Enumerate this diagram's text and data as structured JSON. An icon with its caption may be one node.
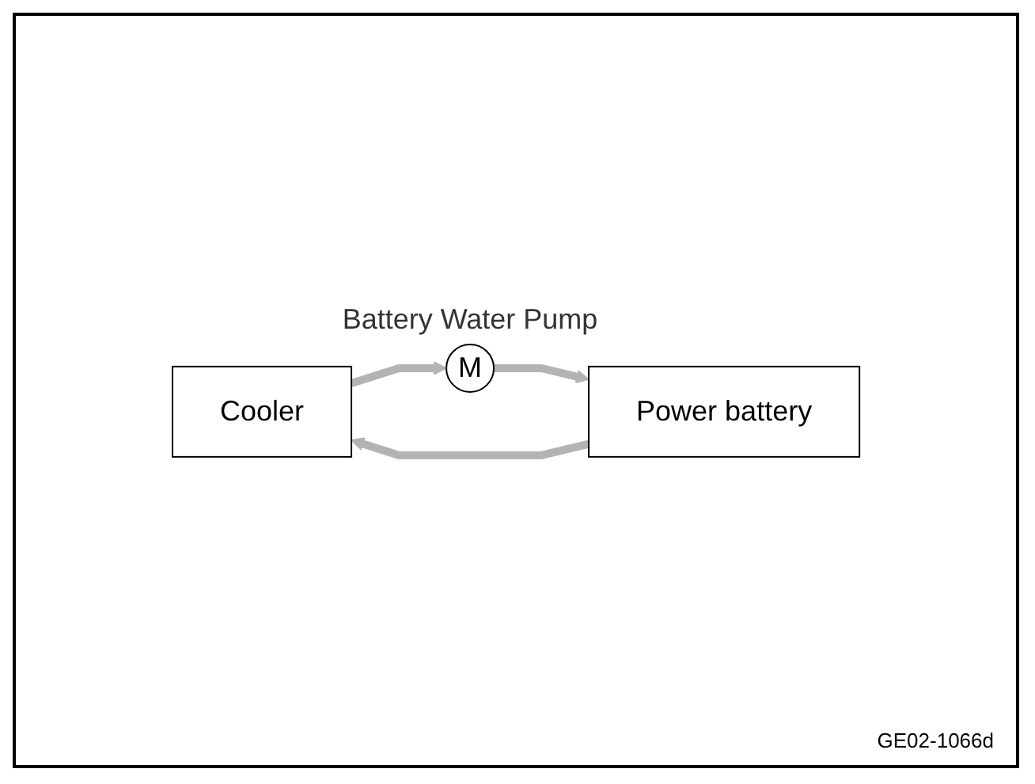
{
  "diagram": {
    "nodes": [
      {
        "text": [
          "Cooler"
        ]
      },
      {
        "text": [
          "M"
        ],
        "beside": [
          "Battery Water Pump"
        ]
      },
      {
        "text": [
          "Power battery"
        ]
      }
    ],
    "edges": [
      {
        "from": 0,
        "to": 1,
        "arrow": "to"
      },
      {
        "from": 1,
        "to": 2,
        "arrow": "to"
      },
      {
        "from": 2,
        "to": 0,
        "arrow": "to"
      }
    ],
    "labels": [
      "GE02-1066d"
    ]
  }
}
